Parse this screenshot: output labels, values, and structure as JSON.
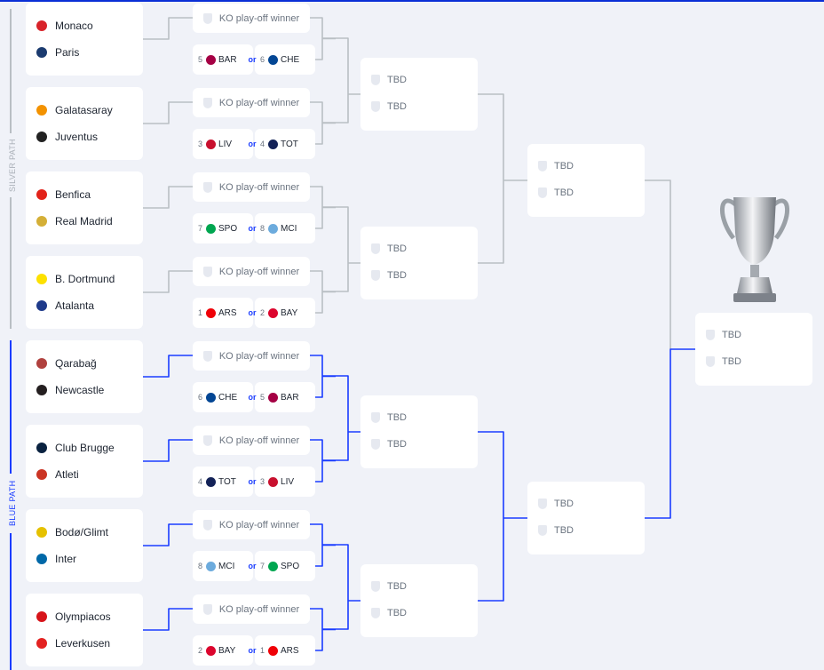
{
  "colors": {
    "blue": "#1a3cff",
    "gray": "#b9bfc4",
    "background": "#f0f2f8"
  },
  "paths": {
    "silver": "SILVER PATH",
    "blue": "BLUE PATH"
  },
  "ko_label": "KO play-off winner",
  "or_label": "or",
  "tbd": "TBD",
  "groups": [
    {
      "teams": [
        {
          "name": "Monaco",
          "color": "#d8232a"
        },
        {
          "name": "Paris",
          "color": "#1b3b6f"
        }
      ],
      "pair": [
        {
          "seed": "5",
          "code": "BAR",
          "color": "#a50044"
        },
        {
          "seed": "6",
          "code": "CHE",
          "color": "#034694"
        }
      ]
    },
    {
      "teams": [
        {
          "name": "Galatasaray",
          "color": "#f39200"
        },
        {
          "name": "Juventus",
          "color": "#222222"
        }
      ],
      "pair": [
        {
          "seed": "3",
          "code": "LIV",
          "color": "#c8102e"
        },
        {
          "seed": "4",
          "code": "TOT",
          "color": "#132257"
        }
      ]
    },
    {
      "teams": [
        {
          "name": "Benfica",
          "color": "#e2231a"
        },
        {
          "name": "Real Madrid",
          "color": "#d4af37"
        }
      ],
      "pair": [
        {
          "seed": "7",
          "code": "SPO",
          "color": "#00a650"
        },
        {
          "seed": "8",
          "code": "MCI",
          "color": "#6cabdd"
        }
      ]
    },
    {
      "teams": [
        {
          "name": "B. Dortmund",
          "color": "#fde100"
        },
        {
          "name": "Atalanta",
          "color": "#1e3a8a"
        }
      ],
      "pair": [
        {
          "seed": "1",
          "code": "ARS",
          "color": "#ef0107"
        },
        {
          "seed": "2",
          "code": "BAY",
          "color": "#dc052d"
        }
      ]
    },
    {
      "teams": [
        {
          "name": "Qarabağ",
          "color": "#b0413e"
        },
        {
          "name": "Newcastle",
          "color": "#241f20"
        }
      ],
      "pair": [
        {
          "seed": "6",
          "code": "CHE",
          "color": "#034694"
        },
        {
          "seed": "5",
          "code": "BAR",
          "color": "#a50044"
        }
      ]
    },
    {
      "teams": [
        {
          "name": "Club Brugge",
          "color": "#0a2240"
        },
        {
          "name": "Atleti",
          "color": "#cb3524"
        }
      ],
      "pair": [
        {
          "seed": "4",
          "code": "TOT",
          "color": "#132257"
        },
        {
          "seed": "3",
          "code": "LIV",
          "color": "#c8102e"
        }
      ]
    },
    {
      "teams": [
        {
          "name": "Bodø/Glimt",
          "color": "#e5c100"
        },
        {
          "name": "Inter",
          "color": "#0068a8"
        }
      ],
      "pair": [
        {
          "seed": "8",
          "code": "MCI",
          "color": "#6cabdd"
        },
        {
          "seed": "7",
          "code": "SPO",
          "color": "#00a650"
        }
      ]
    },
    {
      "teams": [
        {
          "name": "Olympiacos",
          "color": "#d7141a"
        },
        {
          "name": "Leverkusen",
          "color": "#e32221"
        }
      ],
      "pair": [
        {
          "seed": "2",
          "code": "BAY",
          "color": "#dc052d"
        },
        {
          "seed": "1",
          "code": "ARS",
          "color": "#ef0107"
        }
      ]
    }
  ]
}
